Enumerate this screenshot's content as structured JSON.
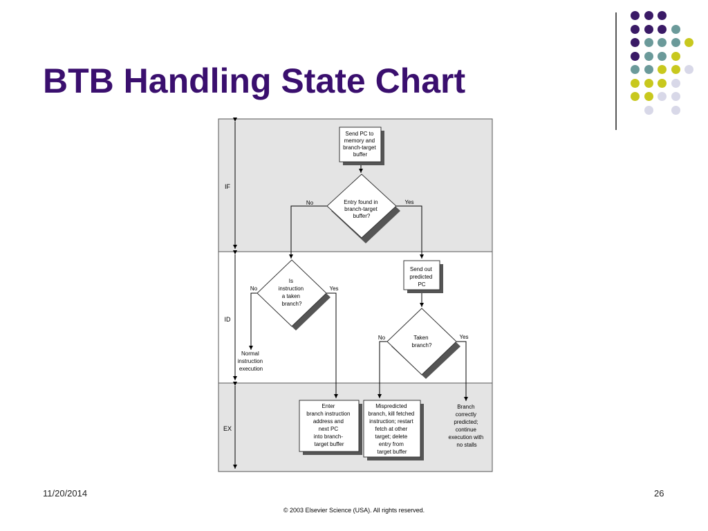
{
  "slide": {
    "title": "BTB Handling State Chart",
    "date": "11/20/2014",
    "page_number": "26",
    "copyright": "© 2003 Elsevier Science (USA). All rights reserved."
  },
  "theme": {
    "title_color": "#3a0f6e",
    "dot_colors": {
      "purple": "#3a1a66",
      "teal": "#6b9a9a",
      "olive": "#c8c81e",
      "lavender": "#d8d8e8"
    }
  },
  "dot_grid": [
    [
      "purple",
      "purple",
      "purple",
      "",
      "",
      ""
    ],
    [
      "purple",
      "purple",
      "purple",
      "teal",
      "",
      ""
    ],
    [
      "purple",
      "teal",
      "teal",
      "teal",
      "olive",
      ""
    ],
    [
      "purple",
      "teal",
      "teal",
      "olive",
      "",
      ""
    ],
    [
      "teal",
      "teal",
      "olive",
      "olive",
      "lavender",
      ""
    ],
    [
      "olive",
      "olive",
      "olive",
      "lavender",
      "",
      ""
    ],
    [
      "olive",
      "olive",
      "lavender",
      "lavender",
      "",
      ""
    ],
    [
      "",
      "lavender",
      "",
      "lavender",
      "",
      ""
    ]
  ],
  "diagram": {
    "stages": {
      "if": "IF",
      "id": "ID",
      "ex": "EX"
    },
    "nodes": {
      "send_pc": [
        "Send PC to",
        "memory and",
        "branch-target",
        "buffer"
      ],
      "entry_found": [
        "Entry found in",
        "branch-target",
        "buffer?"
      ],
      "is_taken": [
        "Is",
        "instruction",
        "a taken",
        "branch?"
      ],
      "send_predicted": [
        "Send out",
        "predicted",
        "PC"
      ],
      "taken_branch": [
        "Taken",
        "branch?"
      ],
      "normal_exec": [
        "Normal",
        "instruction",
        "execution"
      ],
      "enter_branch": [
        "Enter",
        "branch instruction",
        "address and",
        "next PC",
        "into branch-",
        "target buffer"
      ],
      "mispredicted": [
        "Mispredicted",
        "branch, kill fetched",
        "instruction; restart",
        "fetch at other",
        "target; delete",
        "entry from",
        "target buffer"
      ],
      "correct": [
        "Branch",
        "correctly",
        "predicted;",
        "continue",
        "execution with",
        "no stalls"
      ]
    },
    "edge_labels": {
      "entry_no": "No",
      "entry_yes": "Yes",
      "taken_no": "No",
      "taken_yes": "Yes",
      "tb_no": "No",
      "tb_yes": "Yes"
    }
  }
}
